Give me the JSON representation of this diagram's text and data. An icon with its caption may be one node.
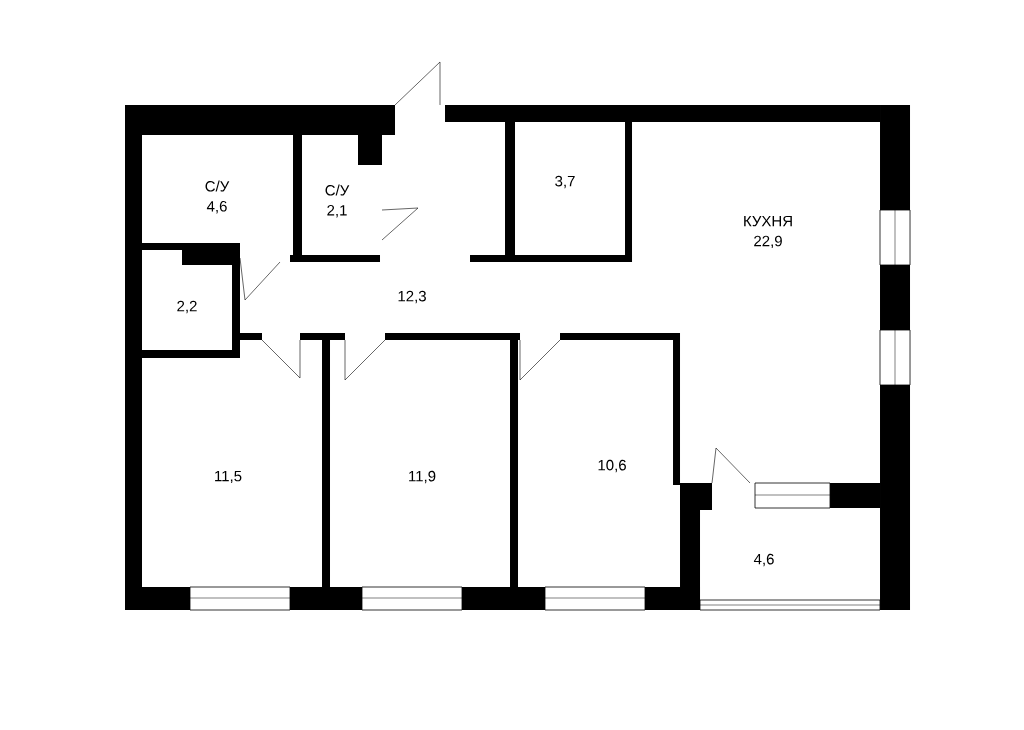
{
  "diagram": {
    "nodes": [
      {
        "text": [
          "С/У",
          "4,6"
        ]
      },
      {
        "text": [
          "С/У",
          "2,1"
        ]
      },
      {
        "text": [
          "3,7"
        ]
      },
      {
        "text": [
          "КУХНЯ",
          "22,9"
        ]
      },
      {
        "text": [
          "2,2"
        ]
      },
      {
        "text": [
          "12,3"
        ]
      },
      {
        "text": [
          "11,5"
        ]
      },
      {
        "text": [
          "11,9"
        ]
      },
      {
        "text": [
          "10,6"
        ]
      },
      {
        "text": [
          "4,6"
        ]
      }
    ]
  }
}
